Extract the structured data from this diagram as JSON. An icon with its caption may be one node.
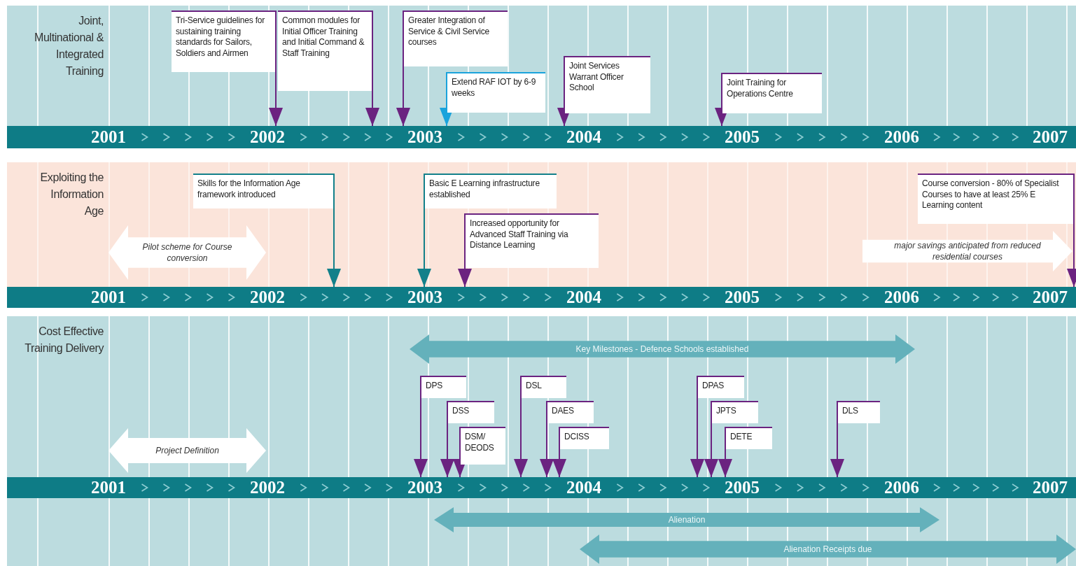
{
  "diagram": {
    "nodes": [
      {
        "text": [
          "Joint, Multinational & Integrated Training"
        ]
      },
      {
        "text": [
          "Tri-Service guidelines for sustaining training standards for Sailors, Soldiers and Airmen"
        ],
        "in": 0
      },
      {
        "text": [
          "Common modules for Initial Officer Training and Initial Command & Staff Training"
        ],
        "in": 0
      },
      {
        "text": [
          "Greater Integration of Service & Civil Service courses"
        ],
        "in": 0
      },
      {
        "text": [
          "Extend RAF IOT by 6-9 weeks"
        ],
        "in": 0
      },
      {
        "text": [
          "Joint Services Warrant Officer School"
        ],
        "in": 0
      },
      {
        "text": [
          "Joint Training for Operations Centre"
        ],
        "in": 0
      },
      {
        "text": [
          "2001",
          "2002",
          "2003",
          "2004",
          "2005",
          "2006",
          "2007"
        ],
        "in": 0
      },
      {
        "text": [
          "Exploiting the Information Age"
        ]
      },
      {
        "text": [
          "Pilot scheme for Course conversion"
        ],
        "in": 8
      },
      {
        "text": [
          "Skills for the Information Age framework introduced"
        ],
        "in": 8
      },
      {
        "text": [
          "Basic E Learning infrastructure established"
        ],
        "in": 8
      },
      {
        "text": [
          "Increased opportunity for Advanced Staff Training via Distance Learning"
        ],
        "in": 8
      },
      {
        "text": [
          "Course conversion - 80% of Specialist Courses to have at least 25% E Learning content"
        ],
        "in": 8
      },
      {
        "text": [
          "major savings anticipated from reduced residential courses"
        ],
        "in": 8
      },
      {
        "text": [
          "2001",
          "2002",
          "2003",
          "2004",
          "2005",
          "2006",
          "2007"
        ],
        "in": 8
      },
      {
        "text": [
          "Cost Effective Training Delivery"
        ]
      },
      {
        "text": [
          "Key Milestones - Defence Schools established"
        ],
        "in": 16
      },
      {
        "text": [
          "Project Definition"
        ],
        "in": 16
      },
      {
        "text": [
          "DPS"
        ],
        "in": 16
      },
      {
        "text": [
          "DSS"
        ],
        "in": 16
      },
      {
        "text": [
          "DSM/ DEODS"
        ],
        "in": 16
      },
      {
        "text": [
          "DSL"
        ],
        "in": 16
      },
      {
        "text": [
          "DAES"
        ],
        "in": 16
      },
      {
        "text": [
          "DCISS"
        ],
        "in": 16
      },
      {
        "text": [
          "DPAS"
        ],
        "in": 16
      },
      {
        "text": [
          "JPTS"
        ],
        "in": 16
      },
      {
        "text": [
          "DETE"
        ],
        "in": 16
      },
      {
        "text": [
          "DLS"
        ],
        "in": 16
      },
      {
        "text": [
          "2001",
          "2002",
          "2003",
          "2004",
          "2005",
          "2006",
          "2007"
        ],
        "in": 16
      },
      {
        "text": [
          "Alienation"
        ],
        "in": 16
      },
      {
        "text": [
          "Alienation Receipts due"
        ],
        "in": 16
      }
    ],
    "edges": [
      {
        "from": 1,
        "to": 7,
        "arrow": "to"
      },
      {
        "from": 2,
        "to": 7,
        "arrow": "to"
      },
      {
        "from": 3,
        "to": 7,
        "arrow": "to"
      },
      {
        "from": 4,
        "to": 7,
        "arrow": "to",
        "color": "#1aa3dc"
      },
      {
        "from": 5,
        "to": 7,
        "arrow": "to"
      },
      {
        "from": 6,
        "to": 7,
        "arrow": "to"
      },
      {
        "from": 10,
        "to": 15,
        "arrow": "to",
        "color": "#12808a"
      },
      {
        "from": 11,
        "to": 15,
        "arrow": "to",
        "color": "#12808a"
      },
      {
        "from": 12,
        "to": 15,
        "arrow": "to"
      },
      {
        "from": 13,
        "to": 15,
        "arrow": "to"
      },
      {
        "from": 19,
        "to": 29,
        "arrow": "to"
      },
      {
        "from": 20,
        "to": 29,
        "arrow": "to"
      },
      {
        "from": 21,
        "to": 29,
        "arrow": "to"
      },
      {
        "from": 22,
        "to": 29,
        "arrow": "to"
      },
      {
        "from": 23,
        "to": 29,
        "arrow": "to"
      },
      {
        "from": 24,
        "to": 29,
        "arrow": "to"
      },
      {
        "from": 25,
        "to": 29,
        "arrow": "to"
      },
      {
        "from": 26,
        "to": 29,
        "arrow": "to"
      },
      {
        "from": 27,
        "to": 29,
        "arrow": "to"
      },
      {
        "from": 28,
        "to": 29,
        "arrow": "to"
      }
    ]
  }
}
